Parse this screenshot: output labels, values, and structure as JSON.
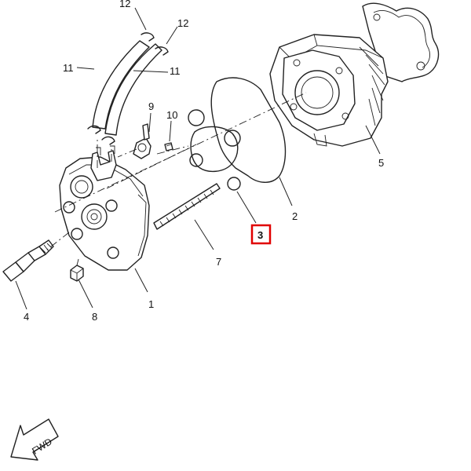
{
  "diagram": {
    "callouts": [
      {
        "id": "c1",
        "label": "1"
      },
      {
        "id": "c2",
        "label": "2"
      },
      {
        "id": "c3",
        "label": "3",
        "highlighted": true
      },
      {
        "id": "c4",
        "label": "4"
      },
      {
        "id": "c5",
        "label": "5"
      },
      {
        "id": "c7",
        "label": "7"
      },
      {
        "id": "c8",
        "label": "8"
      },
      {
        "id": "c9",
        "label": "9"
      },
      {
        "id": "c10",
        "label": "10"
      },
      {
        "id": "c11a",
        "label": "11"
      },
      {
        "id": "c11b",
        "label": "11"
      },
      {
        "id": "c12a",
        "label": "12"
      },
      {
        "id": "c12b",
        "label": "12"
      }
    ],
    "fwd_label": "FWD",
    "highlight_color": "#e00000"
  }
}
